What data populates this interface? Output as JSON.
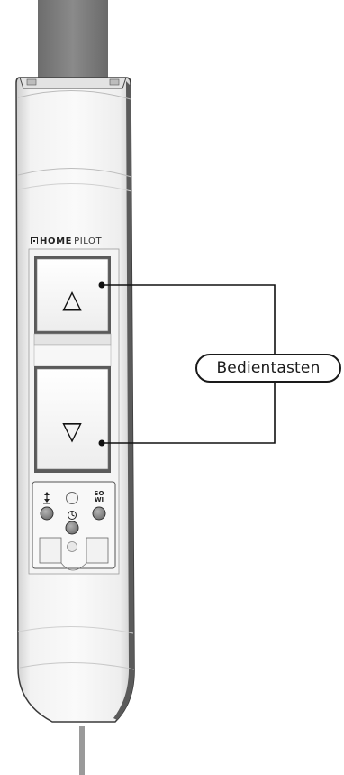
{
  "brand": {
    "part1": "HOME",
    "part2": "PILOT"
  },
  "buttons": {
    "up_symbol": "△",
    "down_symbol": "▽"
  },
  "small_buttons": {
    "sowi_top": "SO",
    "sowi_bottom": "WI"
  },
  "callout": {
    "label": "Bedientasten"
  },
  "icons": {
    "up_down_icon": "up-down-arrows-icon",
    "clock_icon": "clock-icon"
  }
}
